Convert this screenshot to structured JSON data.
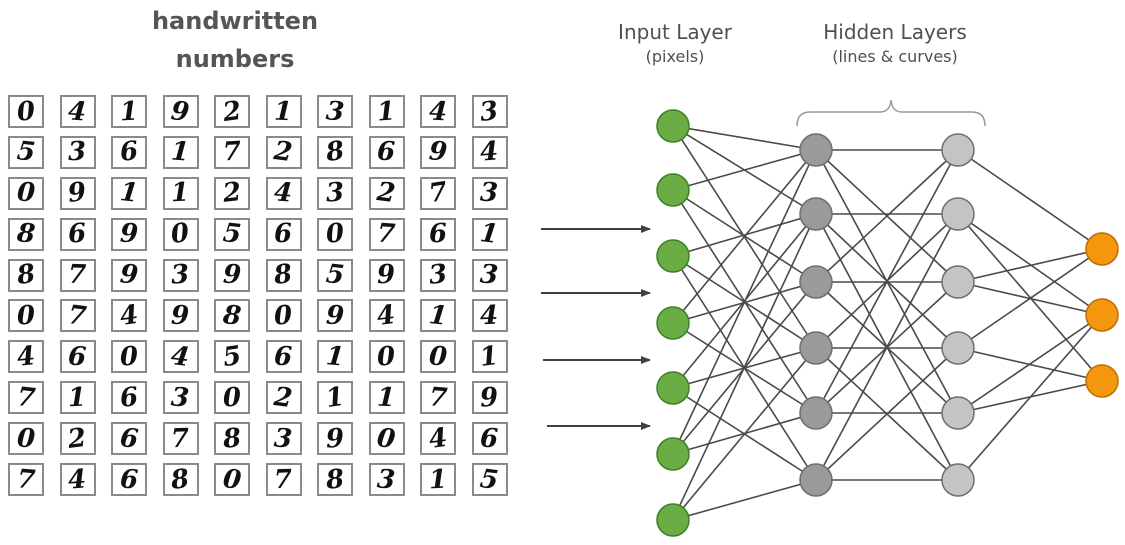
{
  "title": {
    "line1": "handwritten",
    "line2": "numbers"
  },
  "digits": [
    [
      "0",
      "4",
      "1",
      "9",
      "2",
      "1",
      "3",
      "1",
      "4",
      "3"
    ],
    [
      "5",
      "3",
      "6",
      "1",
      "7",
      "2",
      "8",
      "6",
      "9",
      "4"
    ],
    [
      "0",
      "9",
      "1",
      "1",
      "2",
      "4",
      "3",
      "2",
      "7",
      "3"
    ],
    [
      "8",
      "6",
      "9",
      "0",
      "5",
      "6",
      "0",
      "7",
      "6",
      "1"
    ],
    [
      "8",
      "7",
      "9",
      "3",
      "9",
      "8",
      "5",
      "9",
      "3",
      "3"
    ],
    [
      "0",
      "7",
      "4",
      "9",
      "8",
      "0",
      "9",
      "4",
      "1",
      "4"
    ],
    [
      "4",
      "6",
      "0",
      "4",
      "5",
      "6",
      "1",
      "0",
      "0",
      "1"
    ],
    [
      "7",
      "1",
      "6",
      "3",
      "0",
      "2",
      "1",
      "1",
      "7",
      "9"
    ],
    [
      "0",
      "2",
      "6",
      "7",
      "8",
      "3",
      "9",
      "0",
      "4",
      "6"
    ],
    [
      "7",
      "4",
      "6",
      "8",
      "0",
      "7",
      "8",
      "3",
      "1",
      "5"
    ]
  ],
  "labels": {
    "input_layer": "Input Layer",
    "input_sub": "(pixels)",
    "hidden_layers": "Hidden Layers",
    "hidden_sub": "(lines & curves)"
  },
  "network": {
    "colors": {
      "input": "#6aad45",
      "input_stroke": "#3f7f28",
      "hidden1": "#9a9a9a",
      "hidden2": "#c4c4c4",
      "hidden_stroke": "#6e6e6e",
      "output": "#f5960f",
      "output_stroke": "#c06d00",
      "edge": "#4a4a4a"
    },
    "input_count": 7,
    "hidden1_count": 6,
    "hidden2_count": 6,
    "output_count": 3,
    "arrow_count": 4
  }
}
